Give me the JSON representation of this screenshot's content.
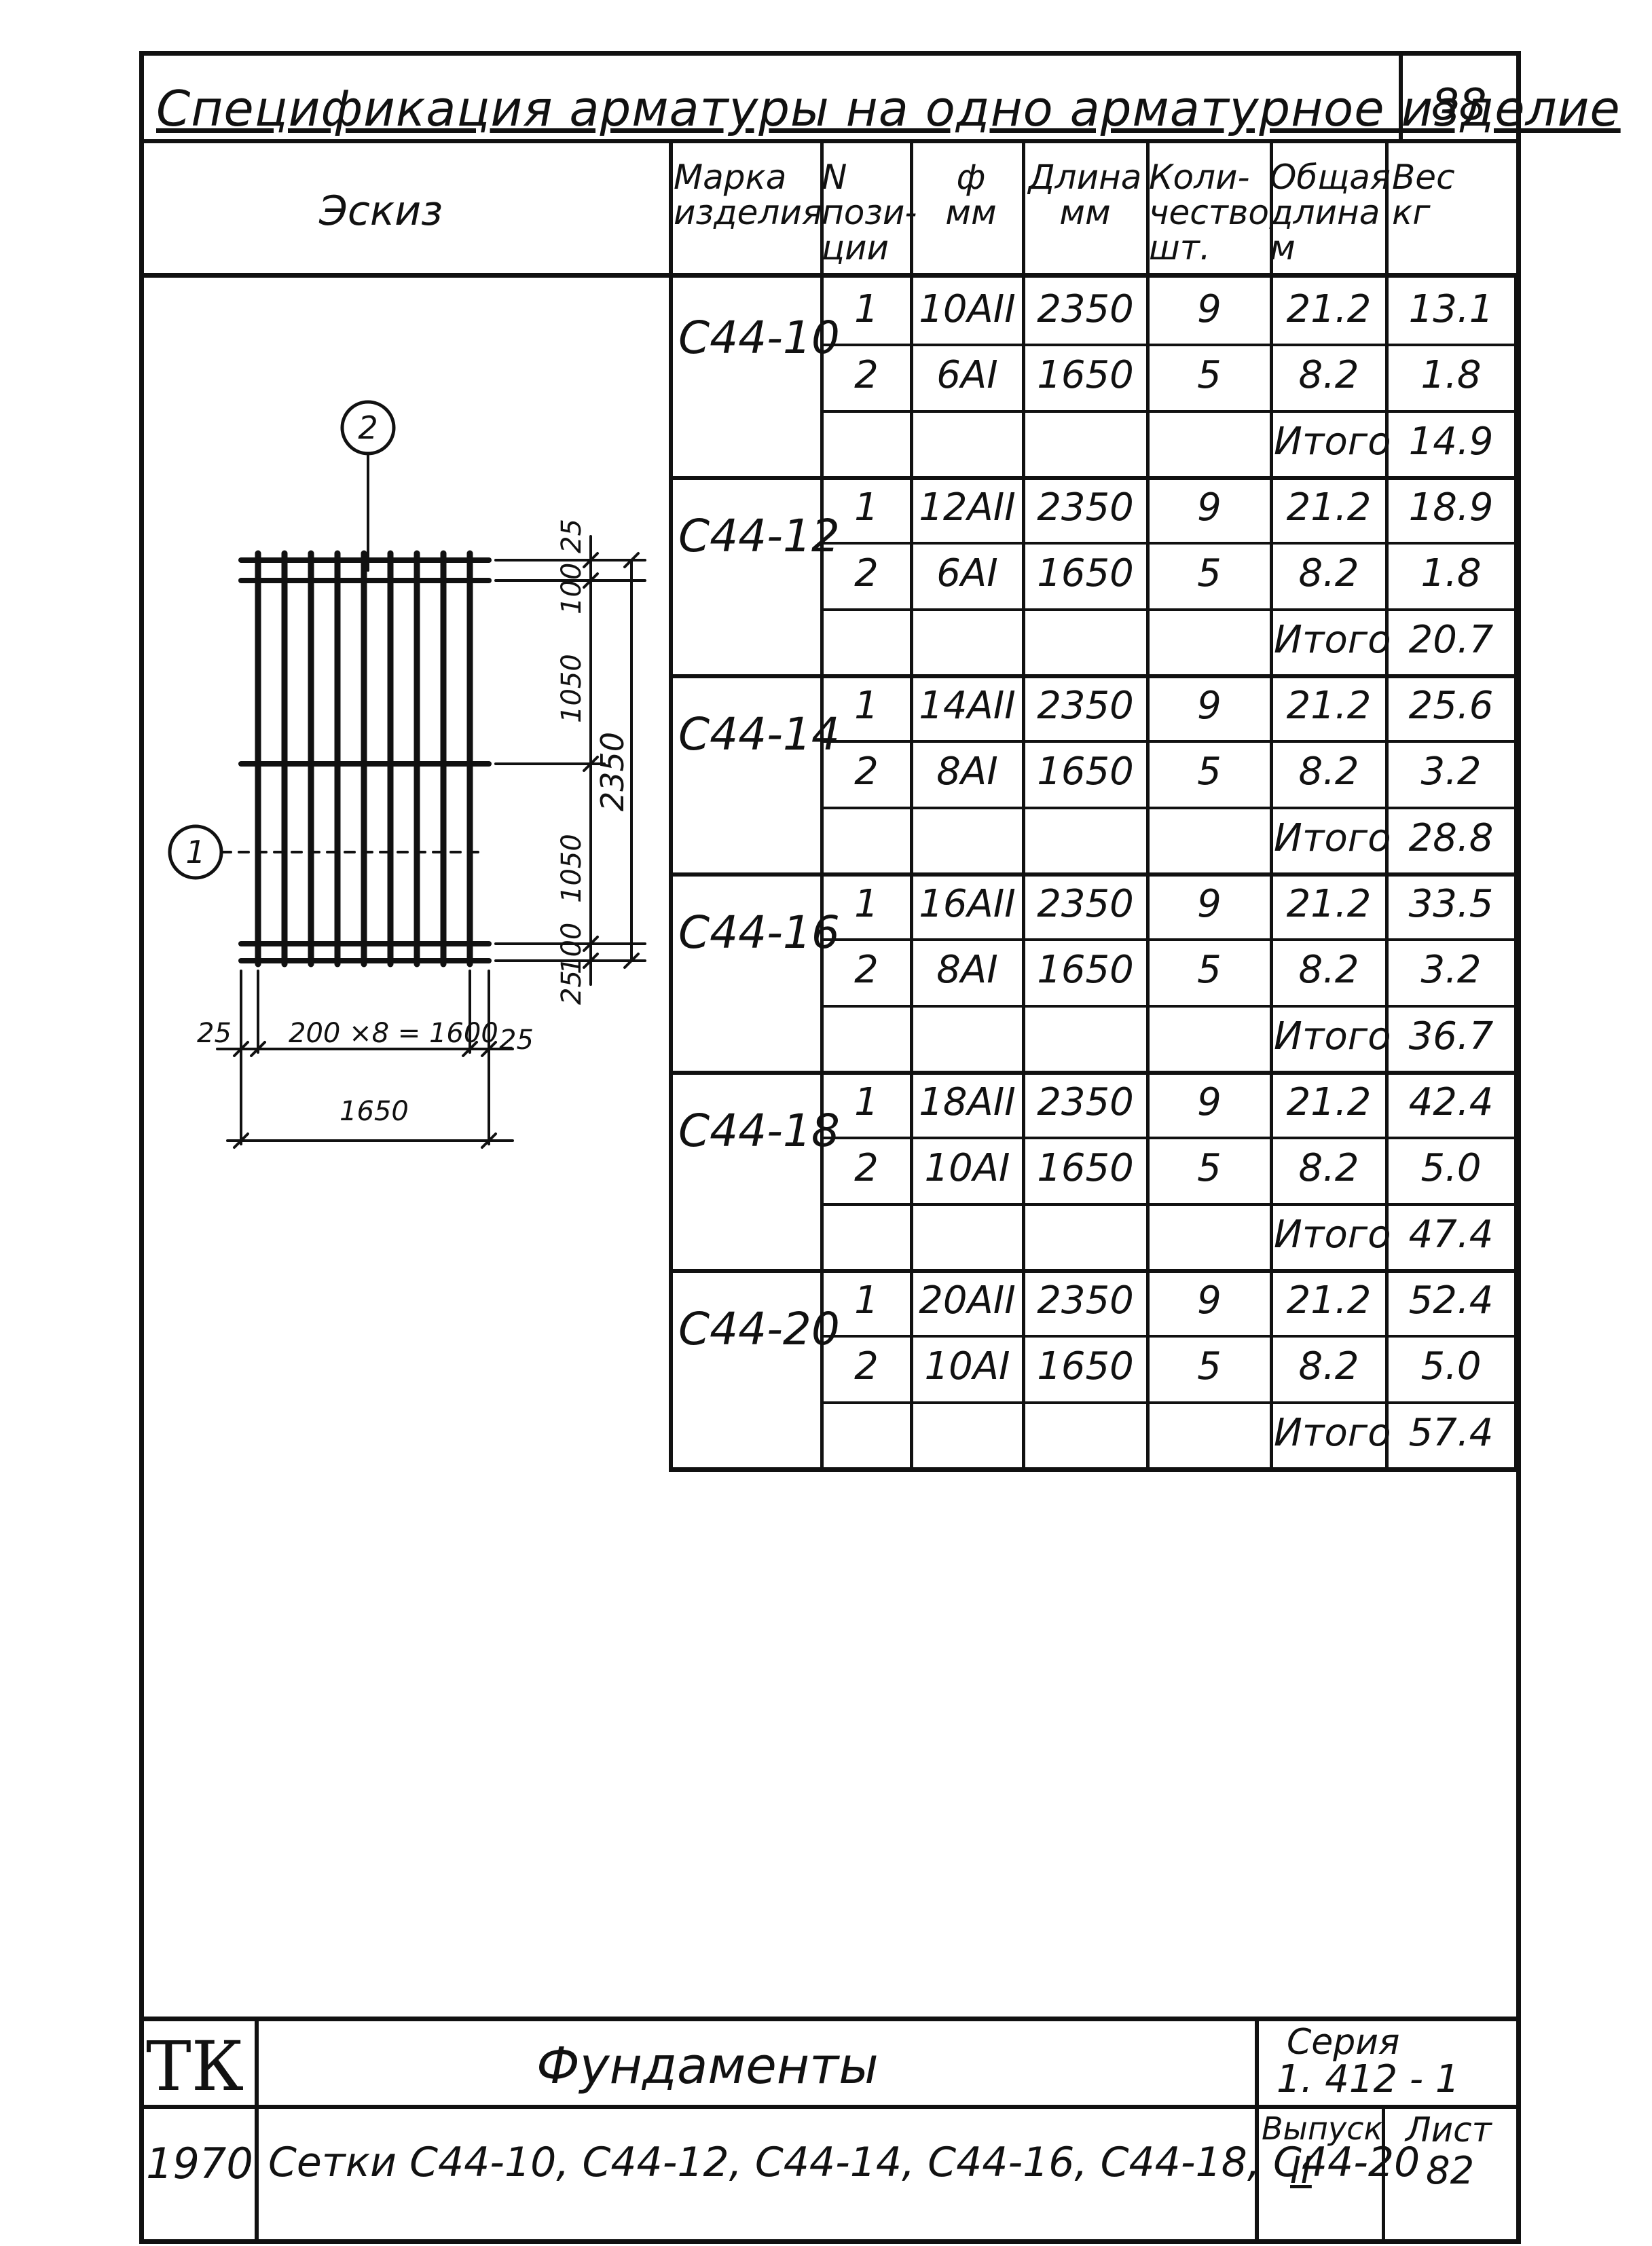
{
  "title": "Спецификация арматуры на одно арматурное изделие",
  "page_number": "88",
  "headers": {
    "sketch": "Эскиз",
    "mark": "Марка изделия",
    "pos": "N пози- ции",
    "dia": "ф мм",
    "len": "Длина мм",
    "qty": "Коли- чество шт.",
    "total_len": "Общая длина м",
    "weight": "Вес кг"
  },
  "products": [
    {
      "mark": "С44-10",
      "rows": [
        {
          "pos": "1",
          "dia": "10АII",
          "len": "2350",
          "qty": "9",
          "total": "21.2",
          "weight": "13.1"
        },
        {
          "pos": "2",
          "dia": "6АI",
          "len": "1650",
          "qty": "5",
          "total": "8.2",
          "weight": "1.8"
        }
      ],
      "sum_label": "Итого",
      "sum": "14.9"
    },
    {
      "mark": "С44-12",
      "rows": [
        {
          "pos": "1",
          "dia": "12АII",
          "len": "2350",
          "qty": "9",
          "total": "21.2",
          "weight": "18.9"
        },
        {
          "pos": "2",
          "dia": "6АI",
          "len": "1650",
          "qty": "5",
          "total": "8.2",
          "weight": "1.8"
        }
      ],
      "sum_label": "Итого",
      "sum": "20.7"
    },
    {
      "mark": "С44-14",
      "rows": [
        {
          "pos": "1",
          "dia": "14АII",
          "len": "2350",
          "qty": "9",
          "total": "21.2",
          "weight": "25.6"
        },
        {
          "pos": "2",
          "dia": "8АI",
          "len": "1650",
          "qty": "5",
          "total": "8.2",
          "weight": "3.2"
        }
      ],
      "sum_label": "Итого",
      "sum": "28.8"
    },
    {
      "mark": "С44-16",
      "rows": [
        {
          "pos": "1",
          "dia": "16АII",
          "len": "2350",
          "qty": "9",
          "total": "21.2",
          "weight": "33.5"
        },
        {
          "pos": "2",
          "dia": "8АI",
          "len": "1650",
          "qty": "5",
          "total": "8.2",
          "weight": "3.2"
        }
      ],
      "sum_label": "Итого",
      "sum": "36.7"
    },
    {
      "mark": "С44-18",
      "rows": [
        {
          "pos": "1",
          "dia": "18АII",
          "len": "2350",
          "qty": "9",
          "total": "21.2",
          "weight": "42.4"
        },
        {
          "pos": "2",
          "dia": "10АI",
          "len": "1650",
          "qty": "5",
          "total": "8.2",
          "weight": "5.0"
        }
      ],
      "sum_label": "Итого",
      "sum": "47.4"
    },
    {
      "mark": "С44-20",
      "rows": [
        {
          "pos": "1",
          "dia": "20АII",
          "len": "2350",
          "qty": "9",
          "total": "21.2",
          "weight": "52.4"
        },
        {
          "pos": "2",
          "dia": "10АI",
          "len": "1650",
          "qty": "5",
          "total": "8.2",
          "weight": "5.0"
        }
      ],
      "sum_label": "Итого",
      "sum": "57.4"
    }
  ],
  "sketch": {
    "pos1": "1",
    "pos2": "2",
    "dim_25_top": "25",
    "dim_100_top": "100",
    "dim_1050_a": "1050",
    "dim_2350": "2350",
    "dim_1050_b": "1050",
    "dim_100_bottom": "100",
    "dim_25_bottom": "25",
    "dim_25_left": "25",
    "dim_spacing": "200 ×8 = 1600",
    "dim_25_right": "25",
    "dim_1650": "1650"
  },
  "title_block": {
    "org": "ТК",
    "name": "Фундаменты",
    "series_label": "Серия",
    "series": "1. 412 - 1",
    "year": "1970",
    "description": "Сетки С44-10, С44-12, С44-14, С44-16, С44-18, С44-20",
    "issue_label": "Выпуск",
    "issue": "II",
    "sheet_label": "Лист",
    "sheet": "82"
  }
}
